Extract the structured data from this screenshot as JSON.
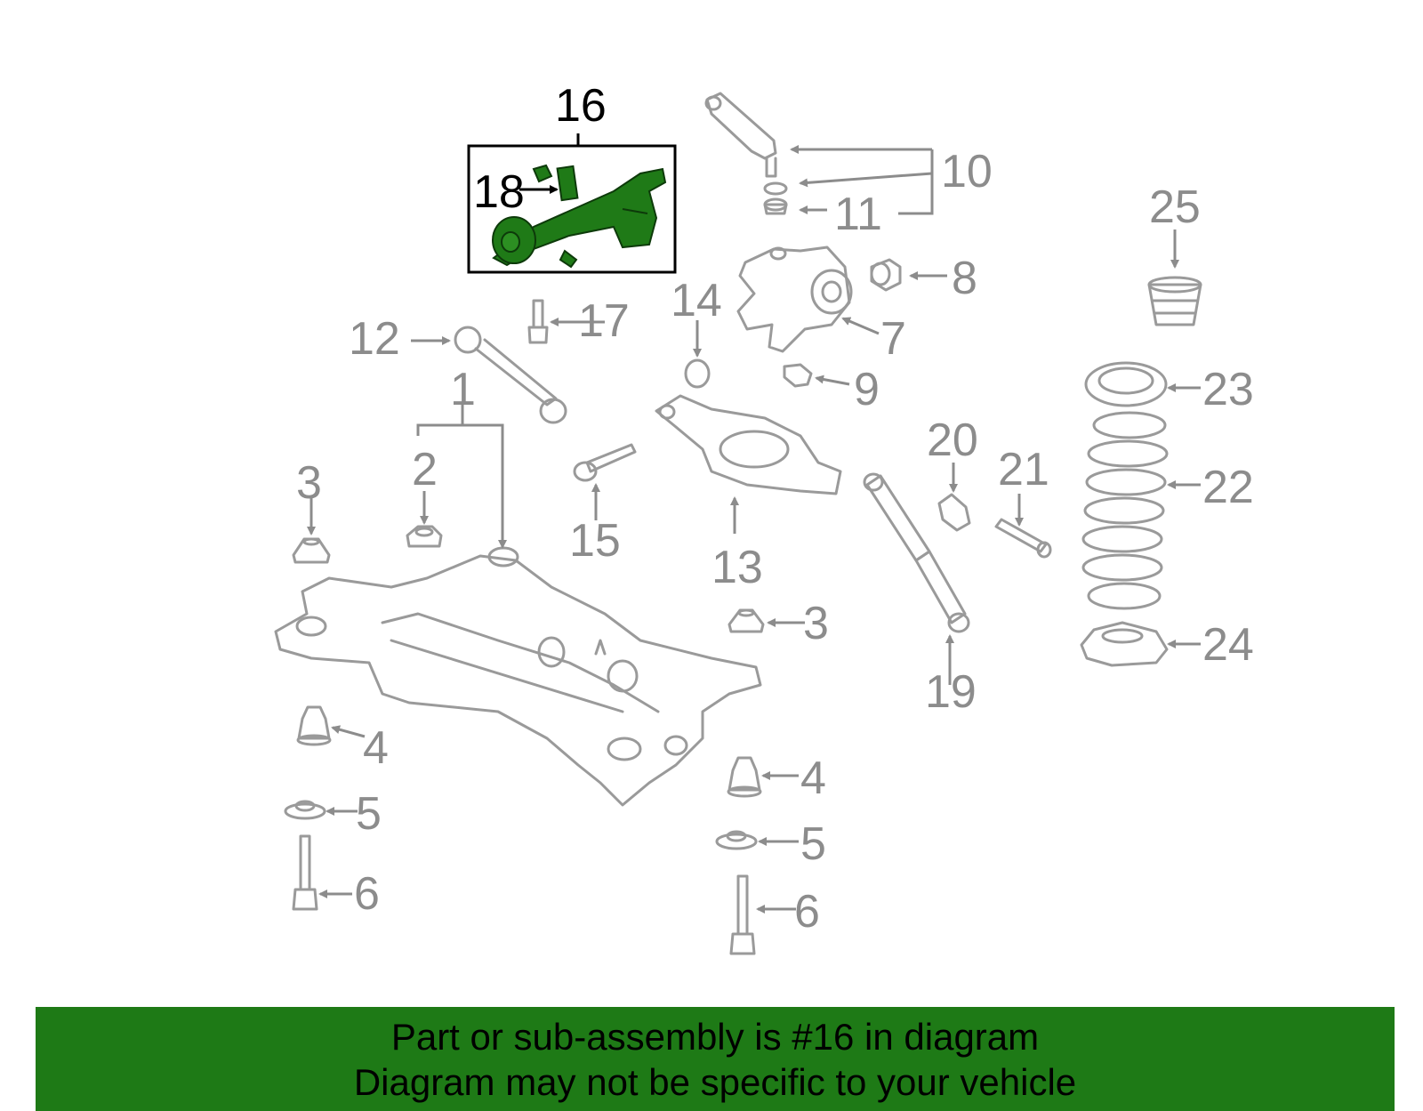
{
  "colors": {
    "banner_bg": "#1e7a16",
    "highlight_part": "#1f7a17",
    "part_outline": "#9a9a9a",
    "label_gray": "#8c8c8c",
    "label_highlight": "#000000"
  },
  "labels": {
    "p1": "1",
    "p2": "2",
    "p3a": "3",
    "p3b": "3",
    "p4a": "4",
    "p4b": "4",
    "p5a": "5",
    "p5b": "5",
    "p6a": "6",
    "p6b": "6",
    "p7": "7",
    "p8": "8",
    "p9": "9",
    "p10": "10",
    "p11": "11",
    "p12": "12",
    "p13": "13",
    "p14": "14",
    "p15": "15",
    "p16": "16",
    "p17": "17",
    "p18": "18",
    "p19": "19",
    "p20": "20",
    "p21": "21",
    "p22": "22",
    "p23": "23",
    "p24": "24",
    "p25": "25"
  },
  "banner": {
    "line1": "Part or sub-assembly is #16 in diagram",
    "line2": "Diagram may not be specific to your vehicle"
  }
}
